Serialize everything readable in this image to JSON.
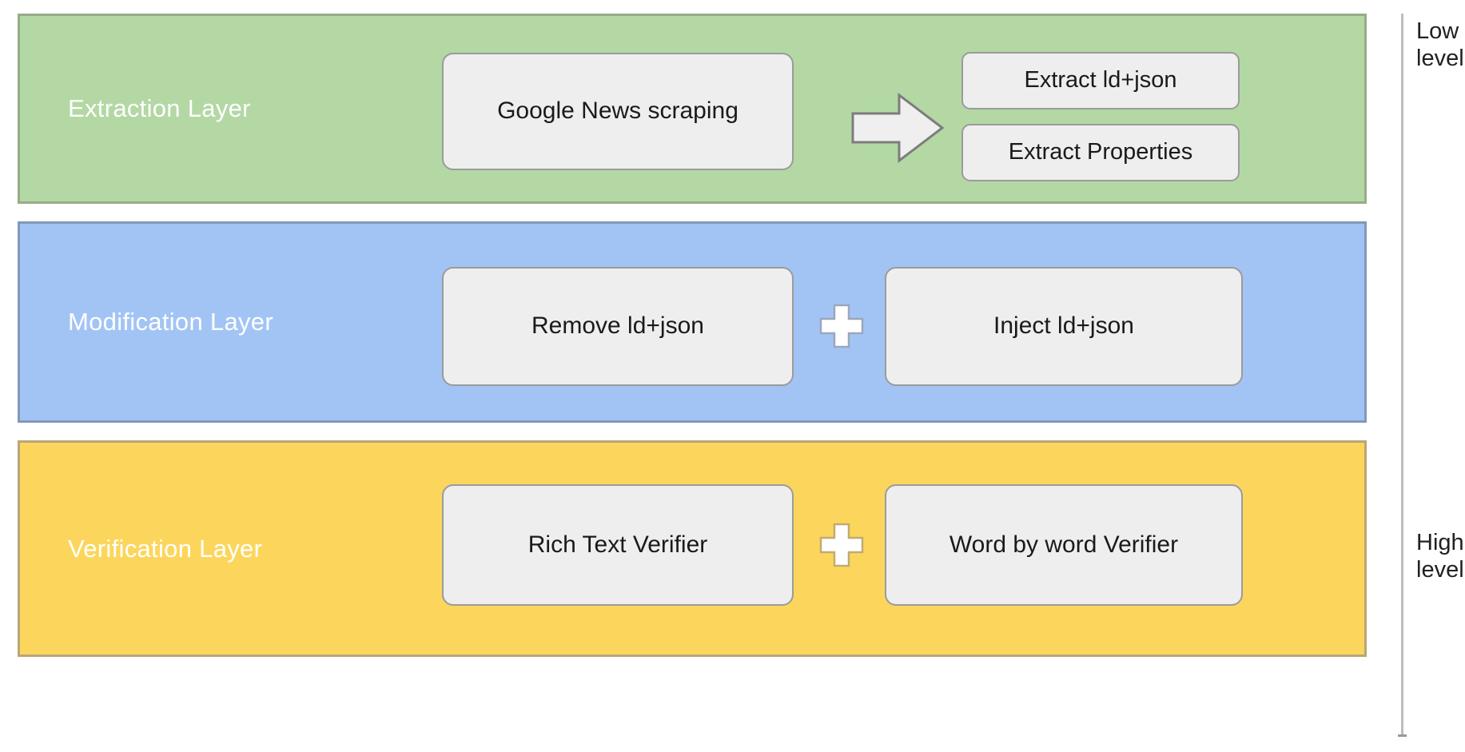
{
  "diagram": {
    "title": "Layered architecture diagram",
    "layers": [
      {
        "id": "extraction",
        "title": "Extraction Layer",
        "color": "#b3d8a4",
        "border_color": "#96ac8a",
        "nodes": [
          {
            "id": "google-news-scraping",
            "label": "Google News scraping"
          },
          {
            "id": "extract-ldjson",
            "label": "Extract ld+json"
          },
          {
            "id": "extract-properties",
            "label": "Extract Properties"
          }
        ],
        "connector": "arrow-right"
      },
      {
        "id": "modification",
        "title": "Modification Layer",
        "color": "#a2c4f5",
        "border_color": "#8298b8",
        "nodes": [
          {
            "id": "remove-ldjson",
            "label": "Remove ld+json"
          },
          {
            "id": "inject-ldjson",
            "label": "Inject ld+json"
          }
        ],
        "connector": "plus"
      },
      {
        "id": "verification",
        "title": "Verification Layer",
        "color": "#fcd65c",
        "border_color": "#b8a677",
        "nodes": [
          {
            "id": "rich-text-verifier",
            "label": "Rich Text Verifier"
          },
          {
            "id": "word-by-word-verifier",
            "label": "Word by word Verifier"
          }
        ],
        "connector": "plus"
      }
    ]
  },
  "axis": {
    "top_label": "Low\nlevel",
    "top_label_line1": "Low",
    "top_label_line2": "level",
    "bottom_label_line1": "High",
    "bottom_label_line2": "level"
  },
  "icons": {
    "arrow_right": "arrow-right-icon",
    "plus": "plus-icon"
  },
  "colors": {
    "node_fill": "#eeeeee",
    "node_border": "#9b9b9b",
    "layer_title_text": "#ffffff",
    "node_text": "#1a1a1a",
    "axis_line": "#bdbdbd",
    "axis_text": "#212121",
    "background": "#ffffff"
  }
}
